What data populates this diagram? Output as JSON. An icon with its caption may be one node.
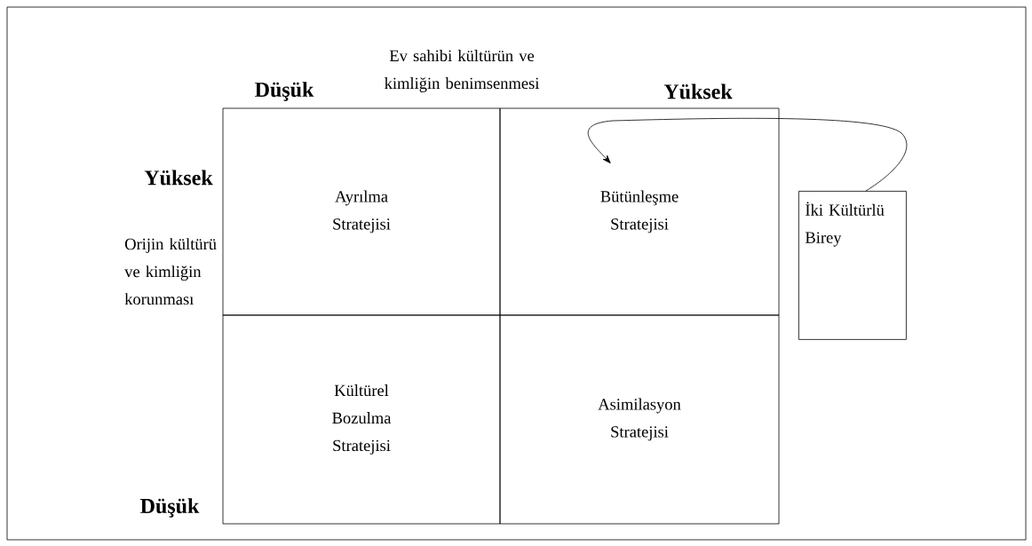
{
  "diagram": {
    "nodes": [
      {
        "text": [
          "Ayrılma Stratejisi"
        ]
      },
      {
        "text": [
          "Bütünleşme Stratejisi"
        ]
      },
      {
        "text": [
          "Kültürel Bozulma Stratejisi"
        ]
      },
      {
        "text": [
          "Asimilasyon Stratejisi"
        ]
      },
      {
        "text": [
          "İki Kültürlü Birey"
        ]
      }
    ],
    "edges": [
      {
        "from": 4,
        "to": 1,
        "arrow": "to"
      }
    ],
    "labels": [
      "Ev sahibi kültürün ve kimliğin benimsenmesi",
      "Düşük",
      "Yüksek",
      "Yüksek",
      "Orijin kültürü ve kimliğin korunması",
      "Düşük"
    ]
  }
}
